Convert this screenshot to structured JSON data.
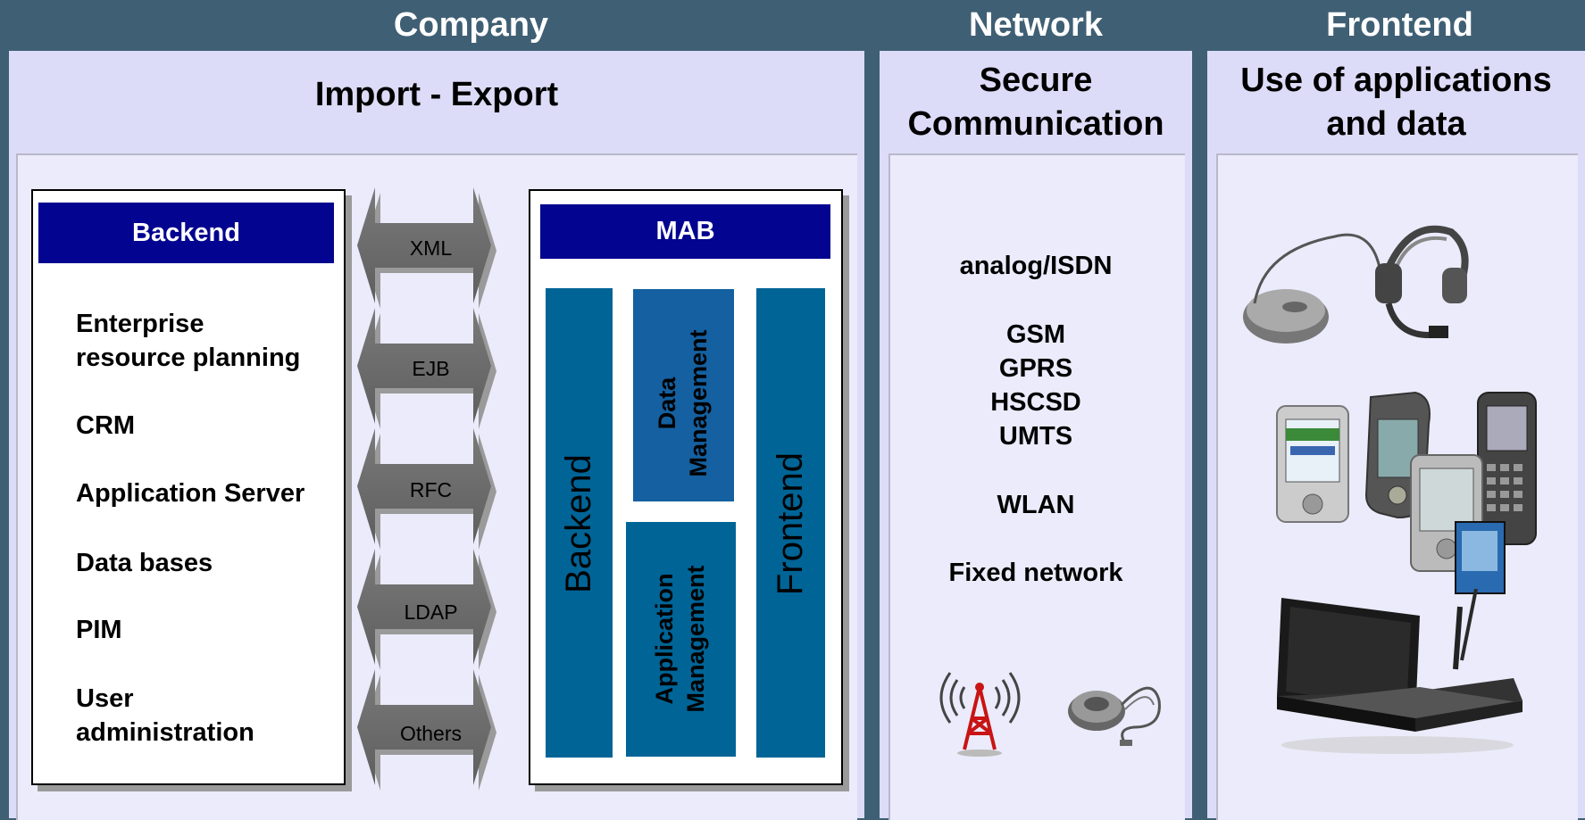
{
  "headers": {
    "company": "Company",
    "network": "Network",
    "frontend": "Frontend"
  },
  "company": {
    "subtitle": "Import - Export",
    "backend_card": {
      "title": "Backend",
      "items": [
        {
          "lines": [
            "Enterprise",
            "resource planning"
          ]
        },
        {
          "lines": [
            "CRM"
          ]
        },
        {
          "lines": [
            "Application Server"
          ]
        },
        {
          "lines": [
            "Data bases"
          ]
        },
        {
          "lines": [
            "PIM"
          ]
        },
        {
          "lines": [
            "User",
            "administration"
          ]
        }
      ]
    },
    "interfaces": [
      "XML",
      "EJB",
      "RFC",
      "LDAP",
      "Others"
    ],
    "mab_card": {
      "title": "MAB",
      "columns": {
        "backend": "Backend",
        "data_management": [
          "Data",
          "Management"
        ],
        "application_management": [
          "Application",
          "Management"
        ],
        "frontend": "Frontend"
      }
    }
  },
  "network": {
    "subtitle_lines": [
      "Secure",
      "Communication"
    ],
    "groups": [
      [
        "analog/ISDN"
      ],
      [
        "GSM",
        "GPRS",
        "HSCSD",
        "UMTS"
      ],
      [
        "WLAN"
      ],
      [
        "Fixed network"
      ]
    ],
    "icons": [
      "antenna-tower-icon",
      "modem-cable-icon"
    ]
  },
  "frontend": {
    "subtitle_lines": [
      "Use of applications",
      "and data"
    ],
    "icons": [
      "headset-icon",
      "pda-devices-icon",
      "laptop-icon"
    ]
  },
  "colors": {
    "header_bg": "#3f5f74",
    "panel_bg": "#dcdcf8",
    "card_title_bg": "#03048f",
    "column_bg": "#006496",
    "arrow": "#6e6e6e"
  }
}
